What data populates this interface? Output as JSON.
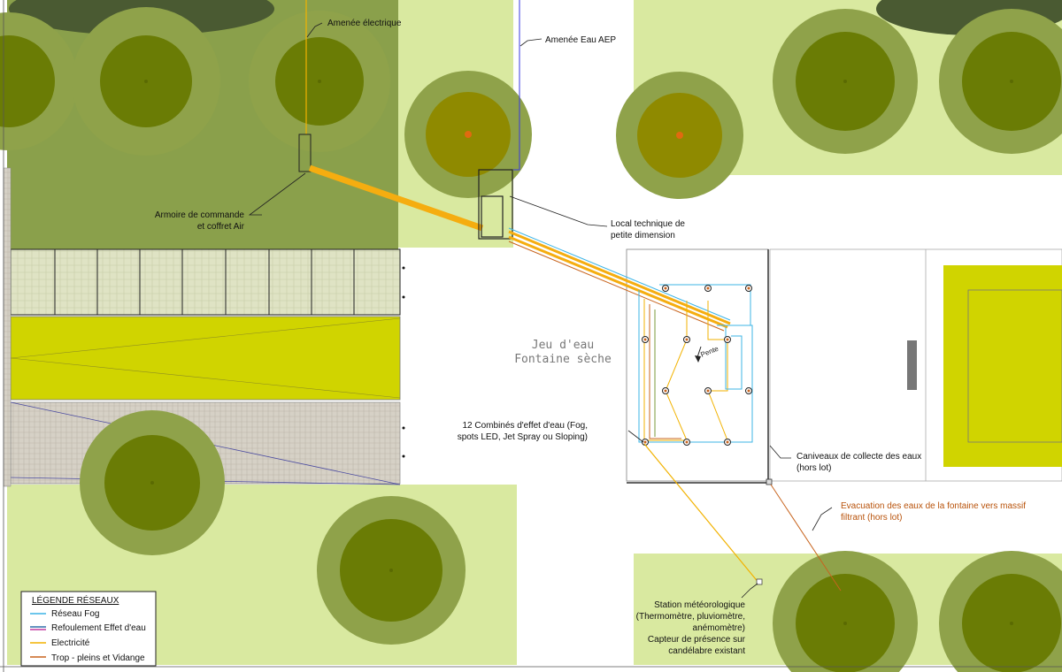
{
  "labels": {
    "amenee_electrique": "Amenée électrique",
    "amenee_eau": "Amenée Eau AEP",
    "armoire_line1": "Armoire de commande",
    "armoire_line2": "et coffret Air",
    "local_line1": "Local technique de",
    "local_line2": "petite dimension",
    "fountain_line1": "Jeu d'eau",
    "fountain_line2": "Fontaine sèche",
    "pente": "Pente",
    "combines_line1": "12 Combinés d'effet d'eau (Fog,",
    "combines_line2": "spots LED, Jet Spray ou Sloping)",
    "caniveaux_line1": "Caniveaux de collecte des eaux",
    "caniveaux_line2": "(hors lot)",
    "evacuation_line1": "Evacuation des eaux de la fontaine vers massif",
    "evacuation_line2": "filtrant (hors lot)",
    "station_line1": "Station météorologique",
    "station_line2": "(Thermomètre, pluviomètre,",
    "station_line3": "anémomètre)",
    "station_line4": "Capteur de présence sur",
    "station_line5": "candélabre existant"
  },
  "legend": {
    "title": "LÉGENDE RÉSEAUX",
    "items": [
      {
        "label": "Réseau Fog",
        "color": "#3cb4e6"
      },
      {
        "label": "Refoulement Effet d'eau",
        "color": "#2e6fa8",
        "color2": "#c03aa0"
      },
      {
        "label": "Electricité",
        "color": "#f2b200"
      },
      {
        "label": "Trop - pleins et Vidange",
        "color": "#c8641e"
      }
    ]
  },
  "colors": {
    "lawn_light": "#d9e9a0",
    "lawn_dark": "#8aa04b",
    "tree_outer": "#8fa24a",
    "tree_inner": "#6a7c05",
    "tree_core_gold": "#8f8a00",
    "bed_yellow": "#d0d400",
    "paving": "#dcdcc8",
    "gravel": "#cfcac0",
    "fog": "#3cb4e6",
    "electric": "#f2b200",
    "drain": "#c8641e",
    "water_aep": "#3a3ae0"
  }
}
